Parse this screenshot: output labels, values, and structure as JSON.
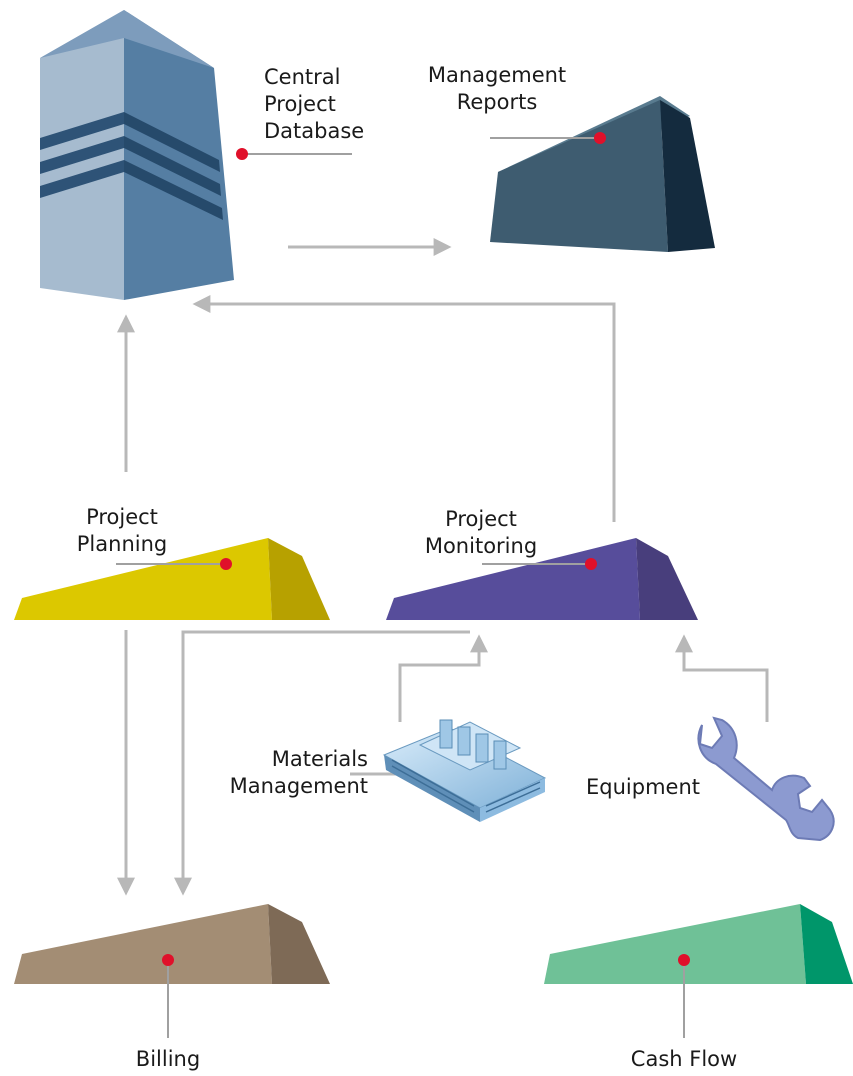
{
  "nodes": {
    "central_db": {
      "lines": [
        "Central",
        "Project",
        "Database"
      ],
      "color": "#5b82a6"
    },
    "mgmt_reports": {
      "lines": [
        "Management",
        "Reports"
      ],
      "color": "#3e5c70"
    },
    "project_planning": {
      "lines": [
        "Project",
        "Planning"
      ],
      "color": "#dcc800"
    },
    "project_monitoring": {
      "lines": [
        "Project",
        "Monitoring"
      ],
      "color": "#574d9b"
    },
    "materials_mgmt": {
      "lines": [
        "Materials",
        "Management"
      ],
      "icon": "factory-icon"
    },
    "equipment": {
      "lines": [
        "Equipment"
      ],
      "icon": "wrench-icon"
    },
    "billing": {
      "lines": [
        "Billing"
      ],
      "color": "#a38d74"
    },
    "cash_flow": {
      "lines": [
        "Cash Flow"
      ],
      "color": "#6fc197"
    }
  },
  "colors": {
    "arrow": "#b8b8b8",
    "dot": "#e0102a",
    "leader": "#a0a0a0"
  }
}
